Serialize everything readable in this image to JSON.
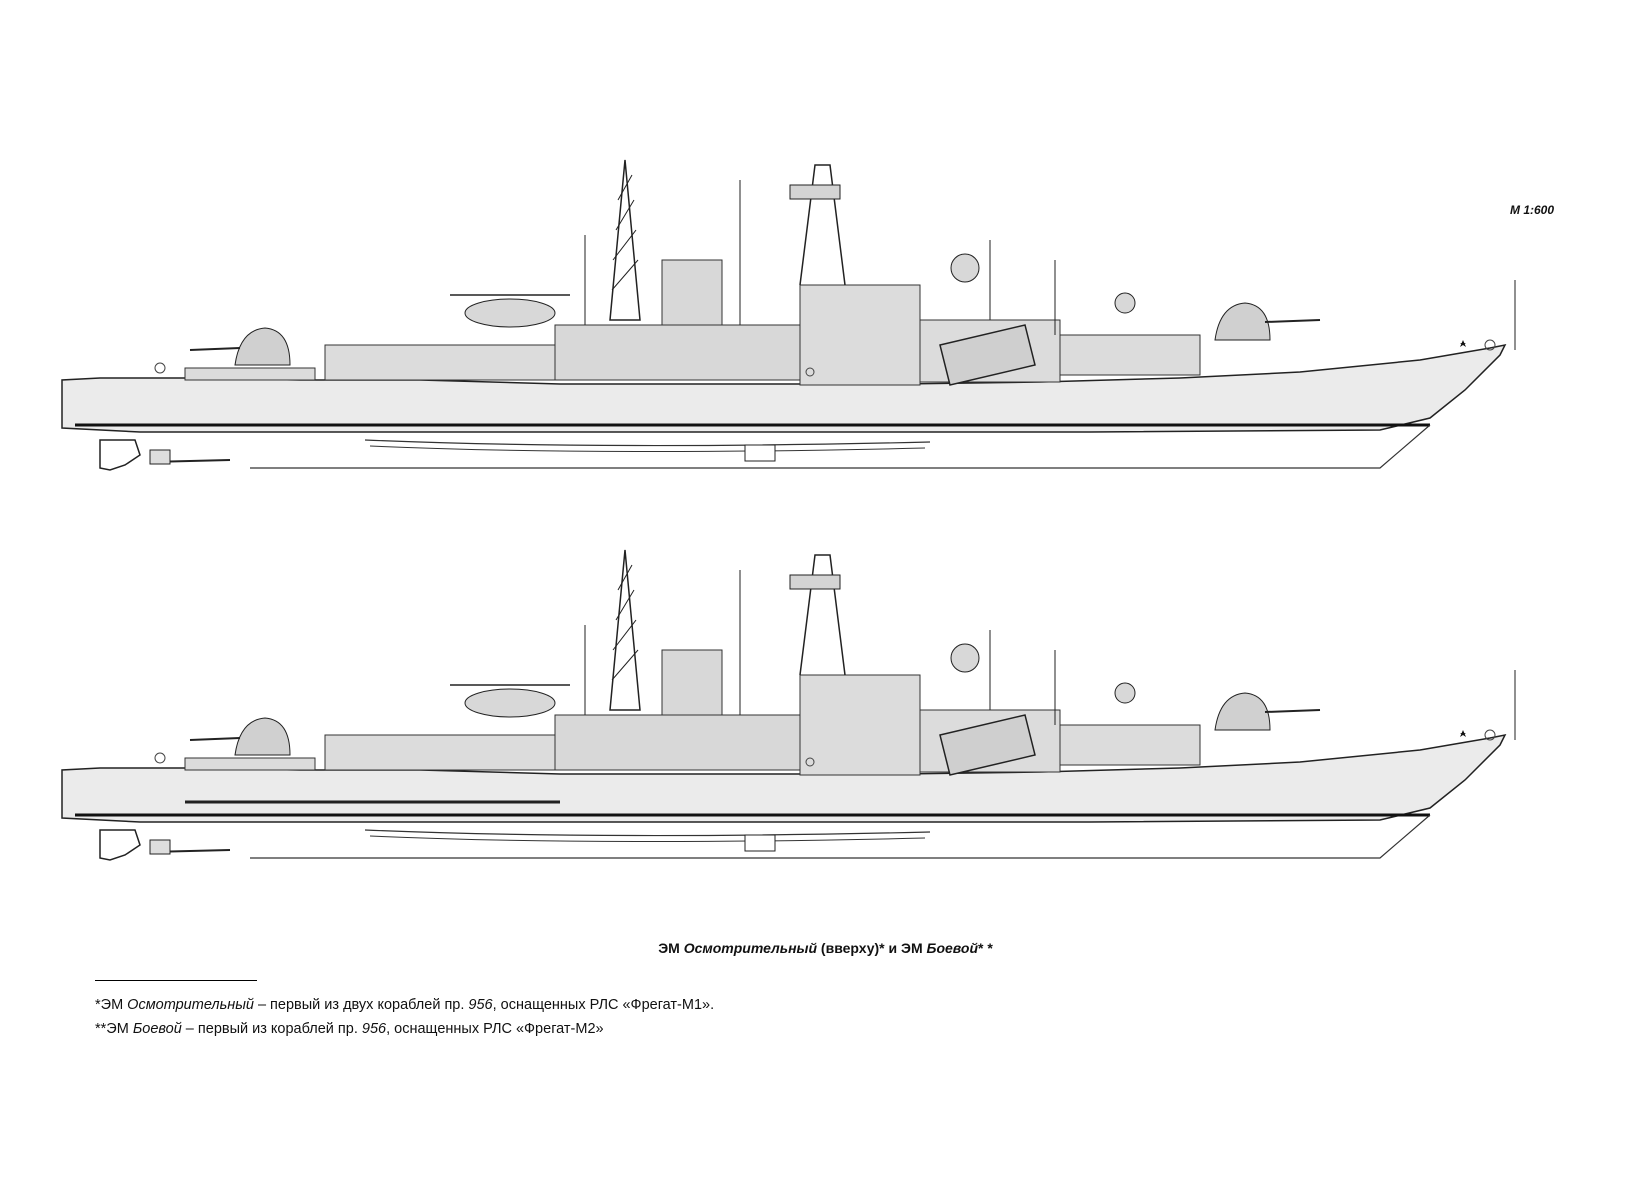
{
  "scale": "М 1:600",
  "caption": {
    "prefix": "ЭМ ",
    "ship1": "Осмотрительный",
    "middle": " (вверху)* и ЭМ ",
    "ship2": "Боевой",
    "suffix": "* *"
  },
  "notes": [
    {
      "mark": "*ЭМ ",
      "ship": "Осмотрительный",
      "text1": " – первый из двух кораблей пр. ",
      "project": "956",
      "text2": ", оснащенных РЛС «Фрегат-М1»."
    },
    {
      "mark": "**ЭМ ",
      "ship": "Боевой",
      "text1": " – первый из кораблей пр. ",
      "project": "956",
      "text2": ", оснащенных РЛС «Фрегат-М2»"
    }
  ],
  "colors": {
    "hull": "#e8e8e8",
    "superstructure": "#dcdcdc",
    "line": "#222222"
  }
}
